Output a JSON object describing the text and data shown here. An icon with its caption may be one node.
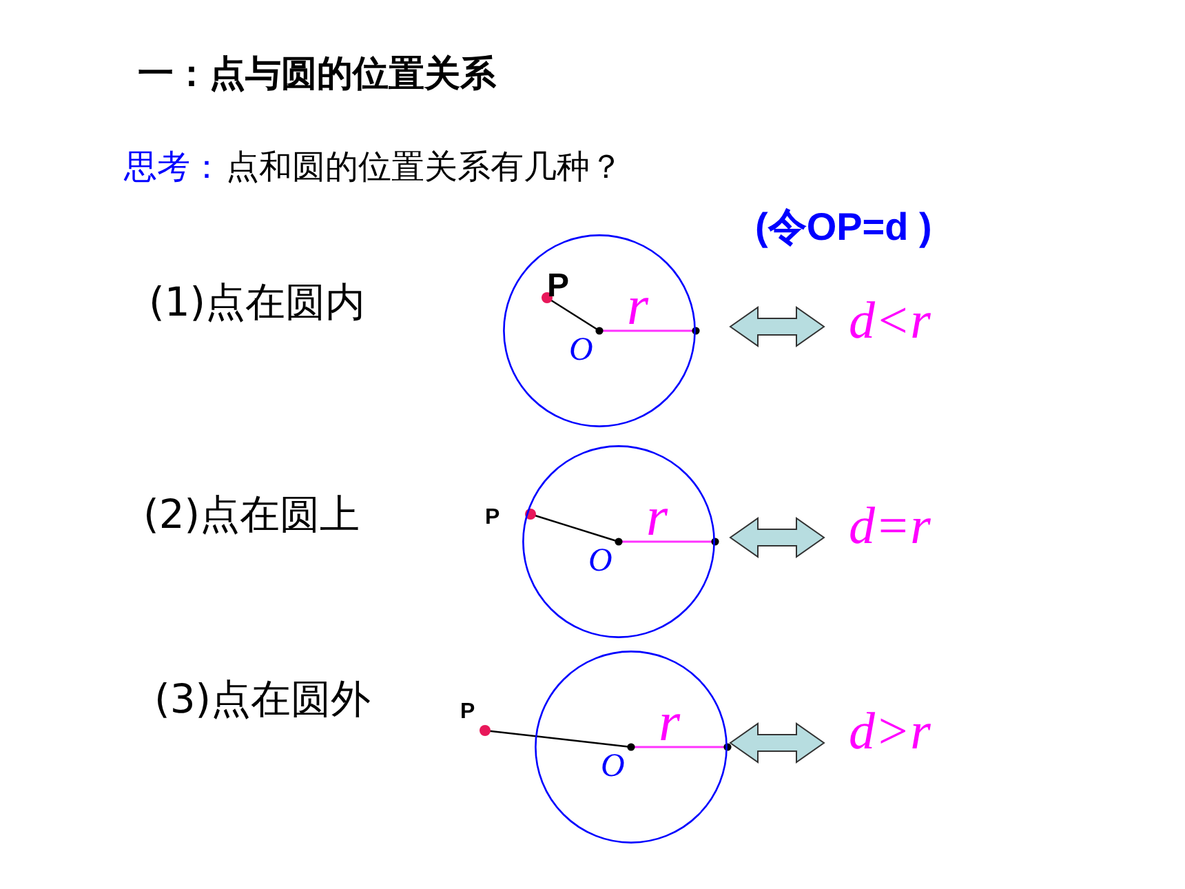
{
  "diagram": {
    "title": "一：点与圆的位置关系",
    "nodes": [
      {
        "text": [
          "P",
          "O",
          "r"
        ]
      },
      {
        "text": [
          "d<r"
        ]
      },
      {
        "text": [
          "O",
          "r"
        ],
        "beside": [
          "P"
        ]
      },
      {
        "text": [
          "d=r"
        ]
      },
      {
        "text": [
          "O",
          "r"
        ],
        "beside": [
          "P"
        ]
      },
      {
        "text": [
          "d>r"
        ]
      }
    ],
    "edges": [
      {
        "from": 0,
        "to": 1,
        "arrow": "both"
      },
      {
        "from": 2,
        "to": 3,
        "arrow": "both"
      },
      {
        "from": 4,
        "to": 5,
        "arrow": "both"
      }
    ],
    "labels": [
      "思考：",
      "点和圆的位置关系有几种？",
      "(令OP=d )",
      "(1)点在圆内",
      "(2)点在圆上",
      "(3)点在圆外"
    ]
  }
}
